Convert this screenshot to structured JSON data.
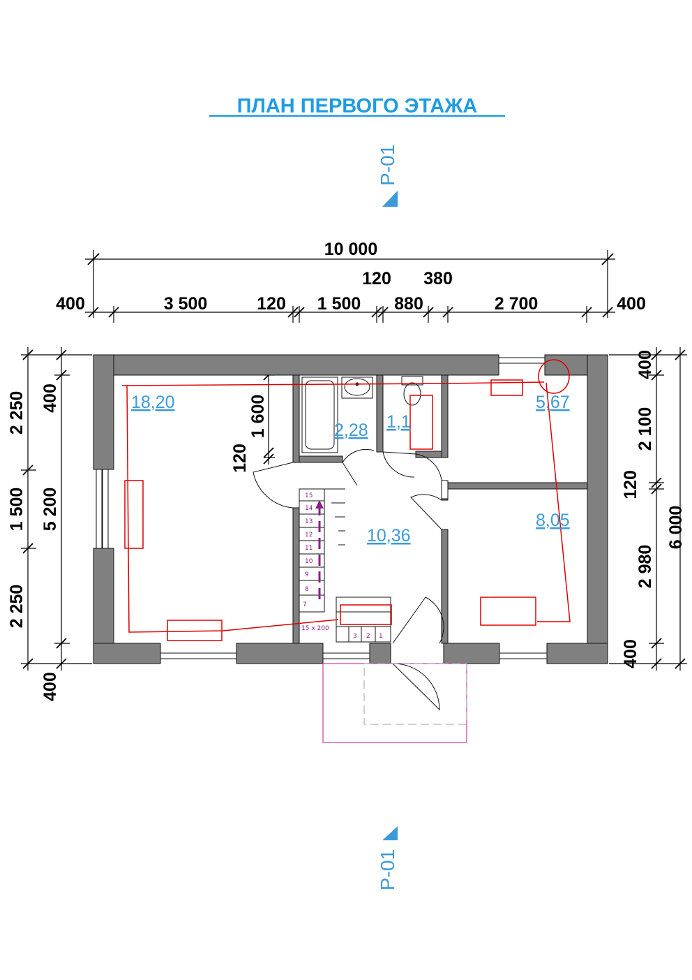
{
  "title": "ПЛАН ПЕРВОГО ЭТАЖА",
  "section_mark": "P-01",
  "colors": {
    "wall": "#808080",
    "dimension": "#000000",
    "area_label": "#3c9ad9",
    "title": "#1f9ce0",
    "heating": "#e00000",
    "porch": "#d23aa0",
    "stair": "#8a1f8a"
  },
  "dimensions": {
    "top_total": "10 000",
    "top_upper": [
      "120",
      "380"
    ],
    "top_lower": [
      "400",
      "3 500",
      "120",
      "1 500",
      "880",
      "2 700",
      "400"
    ],
    "left_outer": [
      "2 250",
      "1 500",
      "2 250"
    ],
    "left_inner": [
      "400",
      "5 200",
      "400"
    ],
    "right_inner": [
      "400",
      "2 100",
      "120",
      "2 980",
      "400"
    ],
    "right_outer": "6 000",
    "interior_vertical": [
      "1 600",
      "120"
    ]
  },
  "rooms": [
    {
      "id": "living",
      "area": "18,20"
    },
    {
      "id": "bathroom",
      "area": "2,28"
    },
    {
      "id": "wc",
      "area": "1,1"
    },
    {
      "id": "small-room",
      "area": "5,67"
    },
    {
      "id": "hall",
      "area": "10,36"
    },
    {
      "id": "bedroom",
      "area": "8,05"
    }
  ],
  "stair": {
    "steps_upper": [
      "15",
      "14",
      "13",
      "12",
      "11",
      "10",
      "9",
      "8",
      "7"
    ],
    "steps_lower": [
      "3",
      "2",
      "1"
    ],
    "note": "15 x 200"
  }
}
